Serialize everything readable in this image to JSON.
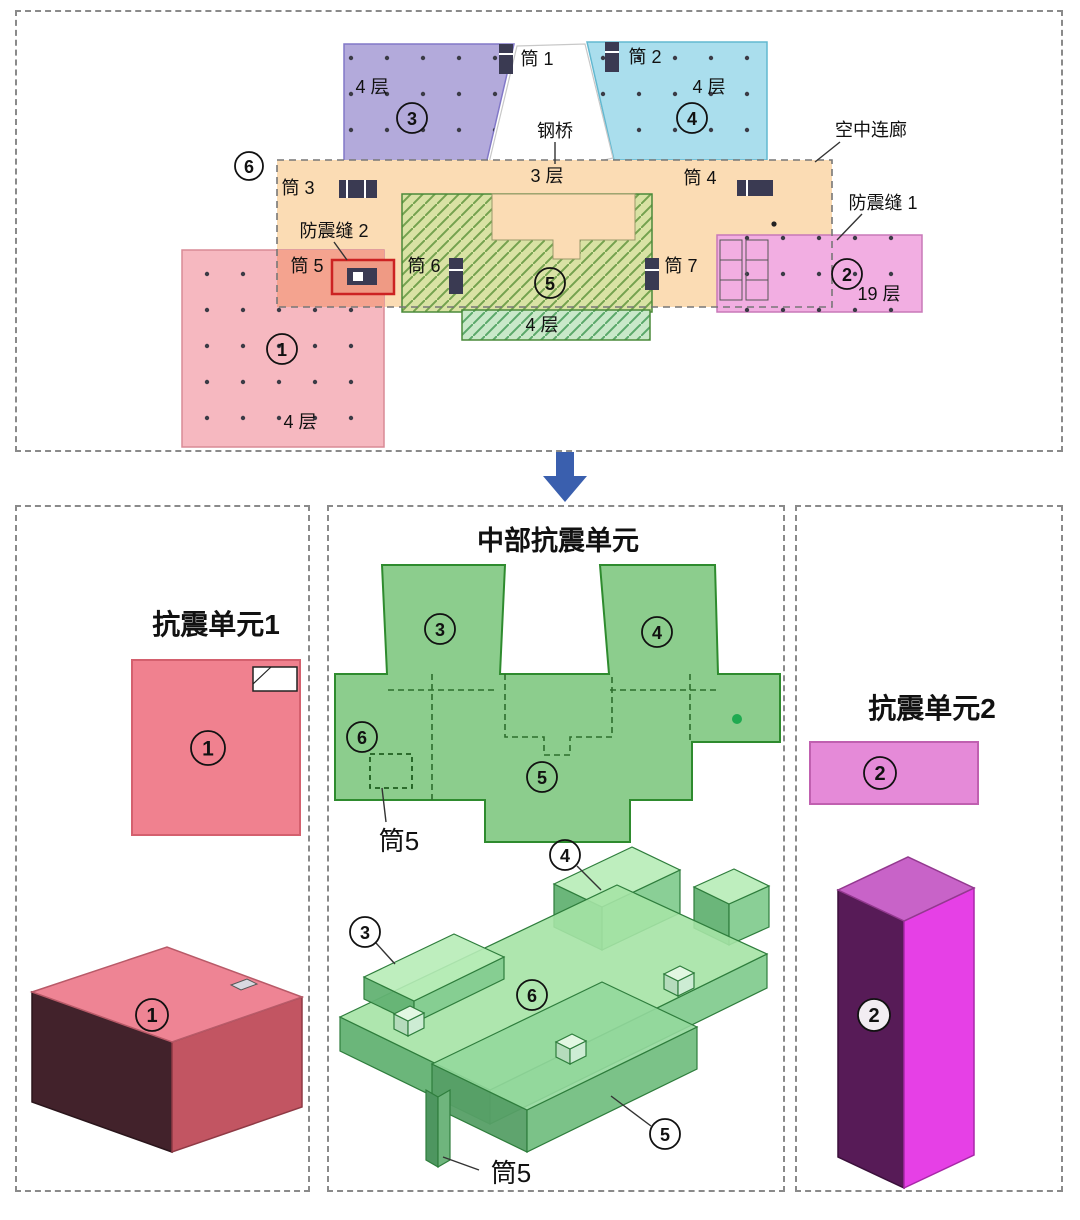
{
  "plan": {
    "region3_floors": "4 层",
    "region4_floors": "4 层",
    "band_floors": "3 层",
    "region5_ext_floors": "4 层",
    "region1_floors": "4 层",
    "region2_floors": "19 层",
    "tong1": "筒 1",
    "tong2": "筒 2",
    "tong3": "筒 3",
    "tong4": "筒 4",
    "tong5": "筒 5",
    "tong6": "筒 6",
    "tong7": "筒 7",
    "steel_bridge": "钢桥",
    "sky_corridor": "空中连廊",
    "joint1": "防震缝 1",
    "joint2": "防震缝 2",
    "nums": {
      "n1": "1",
      "n2": "2",
      "n3": "3",
      "n4": "4",
      "n5": "5",
      "n6": "6"
    }
  },
  "unit1": {
    "title": "抗震单元1",
    "num": "1"
  },
  "central": {
    "title": "中部抗震单元",
    "tong5_plan": "筒5",
    "tong5_3d": "筒5",
    "nums": {
      "n3": "3",
      "n4": "4",
      "n5": "5",
      "n6": "6"
    }
  },
  "unit2": {
    "title": "抗震单元2",
    "num": "2"
  },
  "colors": {
    "unit1_pink": "#f2a5b0",
    "unit2_magenta": "#e88ad8",
    "central_green": "#8ccd8d",
    "region3_purple": "#b3aadb",
    "region4_cyan": "#aadeed",
    "corridor_peach": "#fbdcb4",
    "region5_olive": "#d9e2a4",
    "arrow_blue": "#3a5fae"
  }
}
